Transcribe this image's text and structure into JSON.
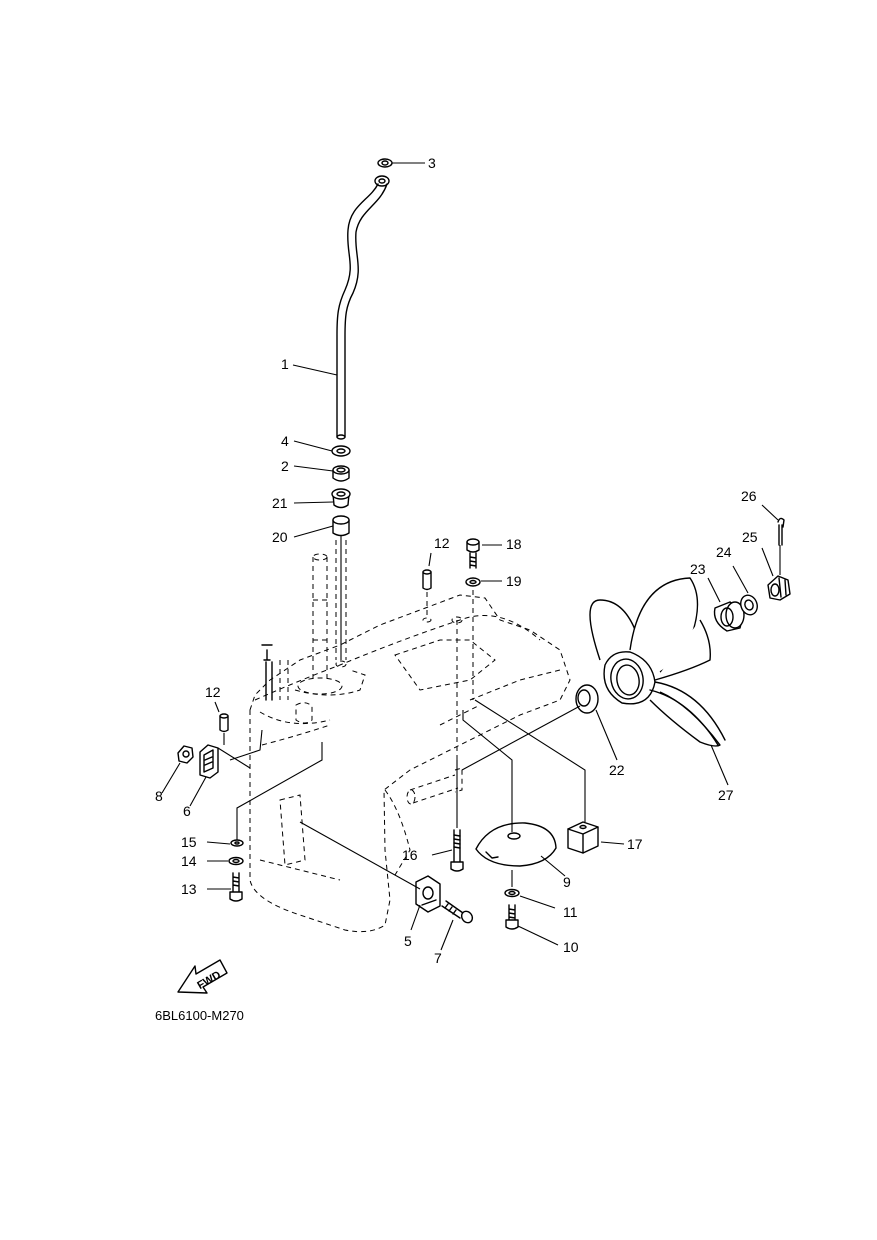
{
  "callouts": {
    "c1": "1",
    "c2": "2",
    "c3": "3",
    "c4": "4",
    "c5": "5",
    "c6": "6",
    "c7": "7",
    "c8": "8",
    "c9": "9",
    "c10": "10",
    "c11": "11",
    "c12a": "12",
    "c12b": "12",
    "c13": "13",
    "c14": "14",
    "c15": "15",
    "c16": "16",
    "c17": "17",
    "c18": "18",
    "c19": "19",
    "c20": "20",
    "c21": "21",
    "c22": "22",
    "c23": "23",
    "c24": "24",
    "c25": "25",
    "c26": "26",
    "c27": "27"
  },
  "fwd_label": "FWD",
  "diagram_code": "6BL6100-M270"
}
